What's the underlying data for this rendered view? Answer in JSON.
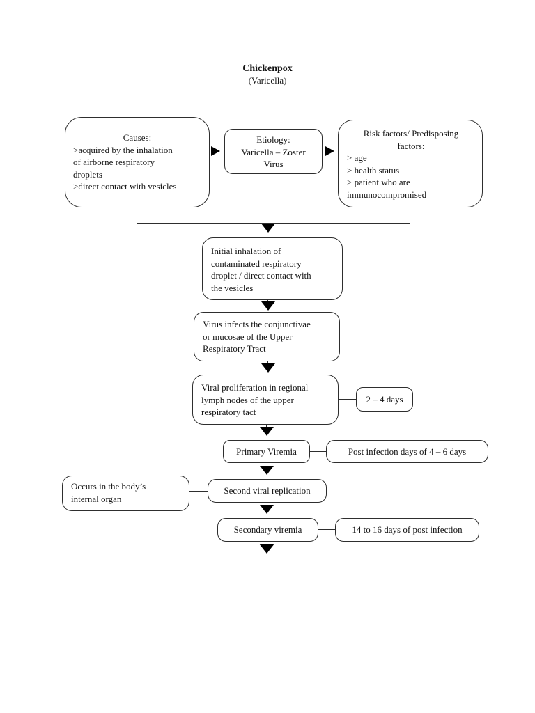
{
  "title": {
    "main": "Chickenpox",
    "sub": "(Varicella)"
  },
  "boxes": {
    "causes": {
      "heading": "Causes:",
      "lines": [
        ">acquired by the inhalation",
        "of airborne respiratory",
        "droplets",
        ">direct contact with vesicles"
      ]
    },
    "etiology": {
      "lines": [
        "Etiology:",
        "Varicella – Zoster",
        "Virus"
      ]
    },
    "risk_factors": {
      "heading_lines": [
        "Risk factors/ Predisposing",
        "factors:"
      ],
      "lines": [
        "> age",
        "> health status",
        "> patient who are",
        "immunocompromised"
      ]
    },
    "initial_inhalation": {
      "lines": [
        "Initial inhalation of",
        "contaminated respiratory",
        "droplet / direct contact with",
        "the vesicles"
      ]
    },
    "virus_infects": {
      "lines": [
        "Virus infects the conjunctivae",
        "or mucosae of the Upper",
        "Respiratory Tract"
      ]
    },
    "viral_proliferation": {
      "lines": [
        "Viral proliferation in regional",
        "lymph nodes of the upper",
        "respiratory tact"
      ]
    },
    "duration_2_4_days": {
      "label": "2 – 4 days"
    },
    "primary_viremia": {
      "label": "Primary Viremia"
    },
    "post_infection_4_6": {
      "label": "Post infection days of 4 – 6 days"
    },
    "occurs_internal_organ": {
      "lines": [
        "Occurs in the body’s",
        "internal organ"
      ]
    },
    "second_viral_replication": {
      "label": "Second viral replication"
    },
    "secondary_viremia": {
      "label": "Secondary viremia"
    },
    "post_infection_14_16": {
      "label": "14 to 16 days of post infection"
    }
  },
  "colors": {
    "background": "#ffffff",
    "border": "#2e2e2e",
    "text": "#141414",
    "arrow": "#000000"
  }
}
